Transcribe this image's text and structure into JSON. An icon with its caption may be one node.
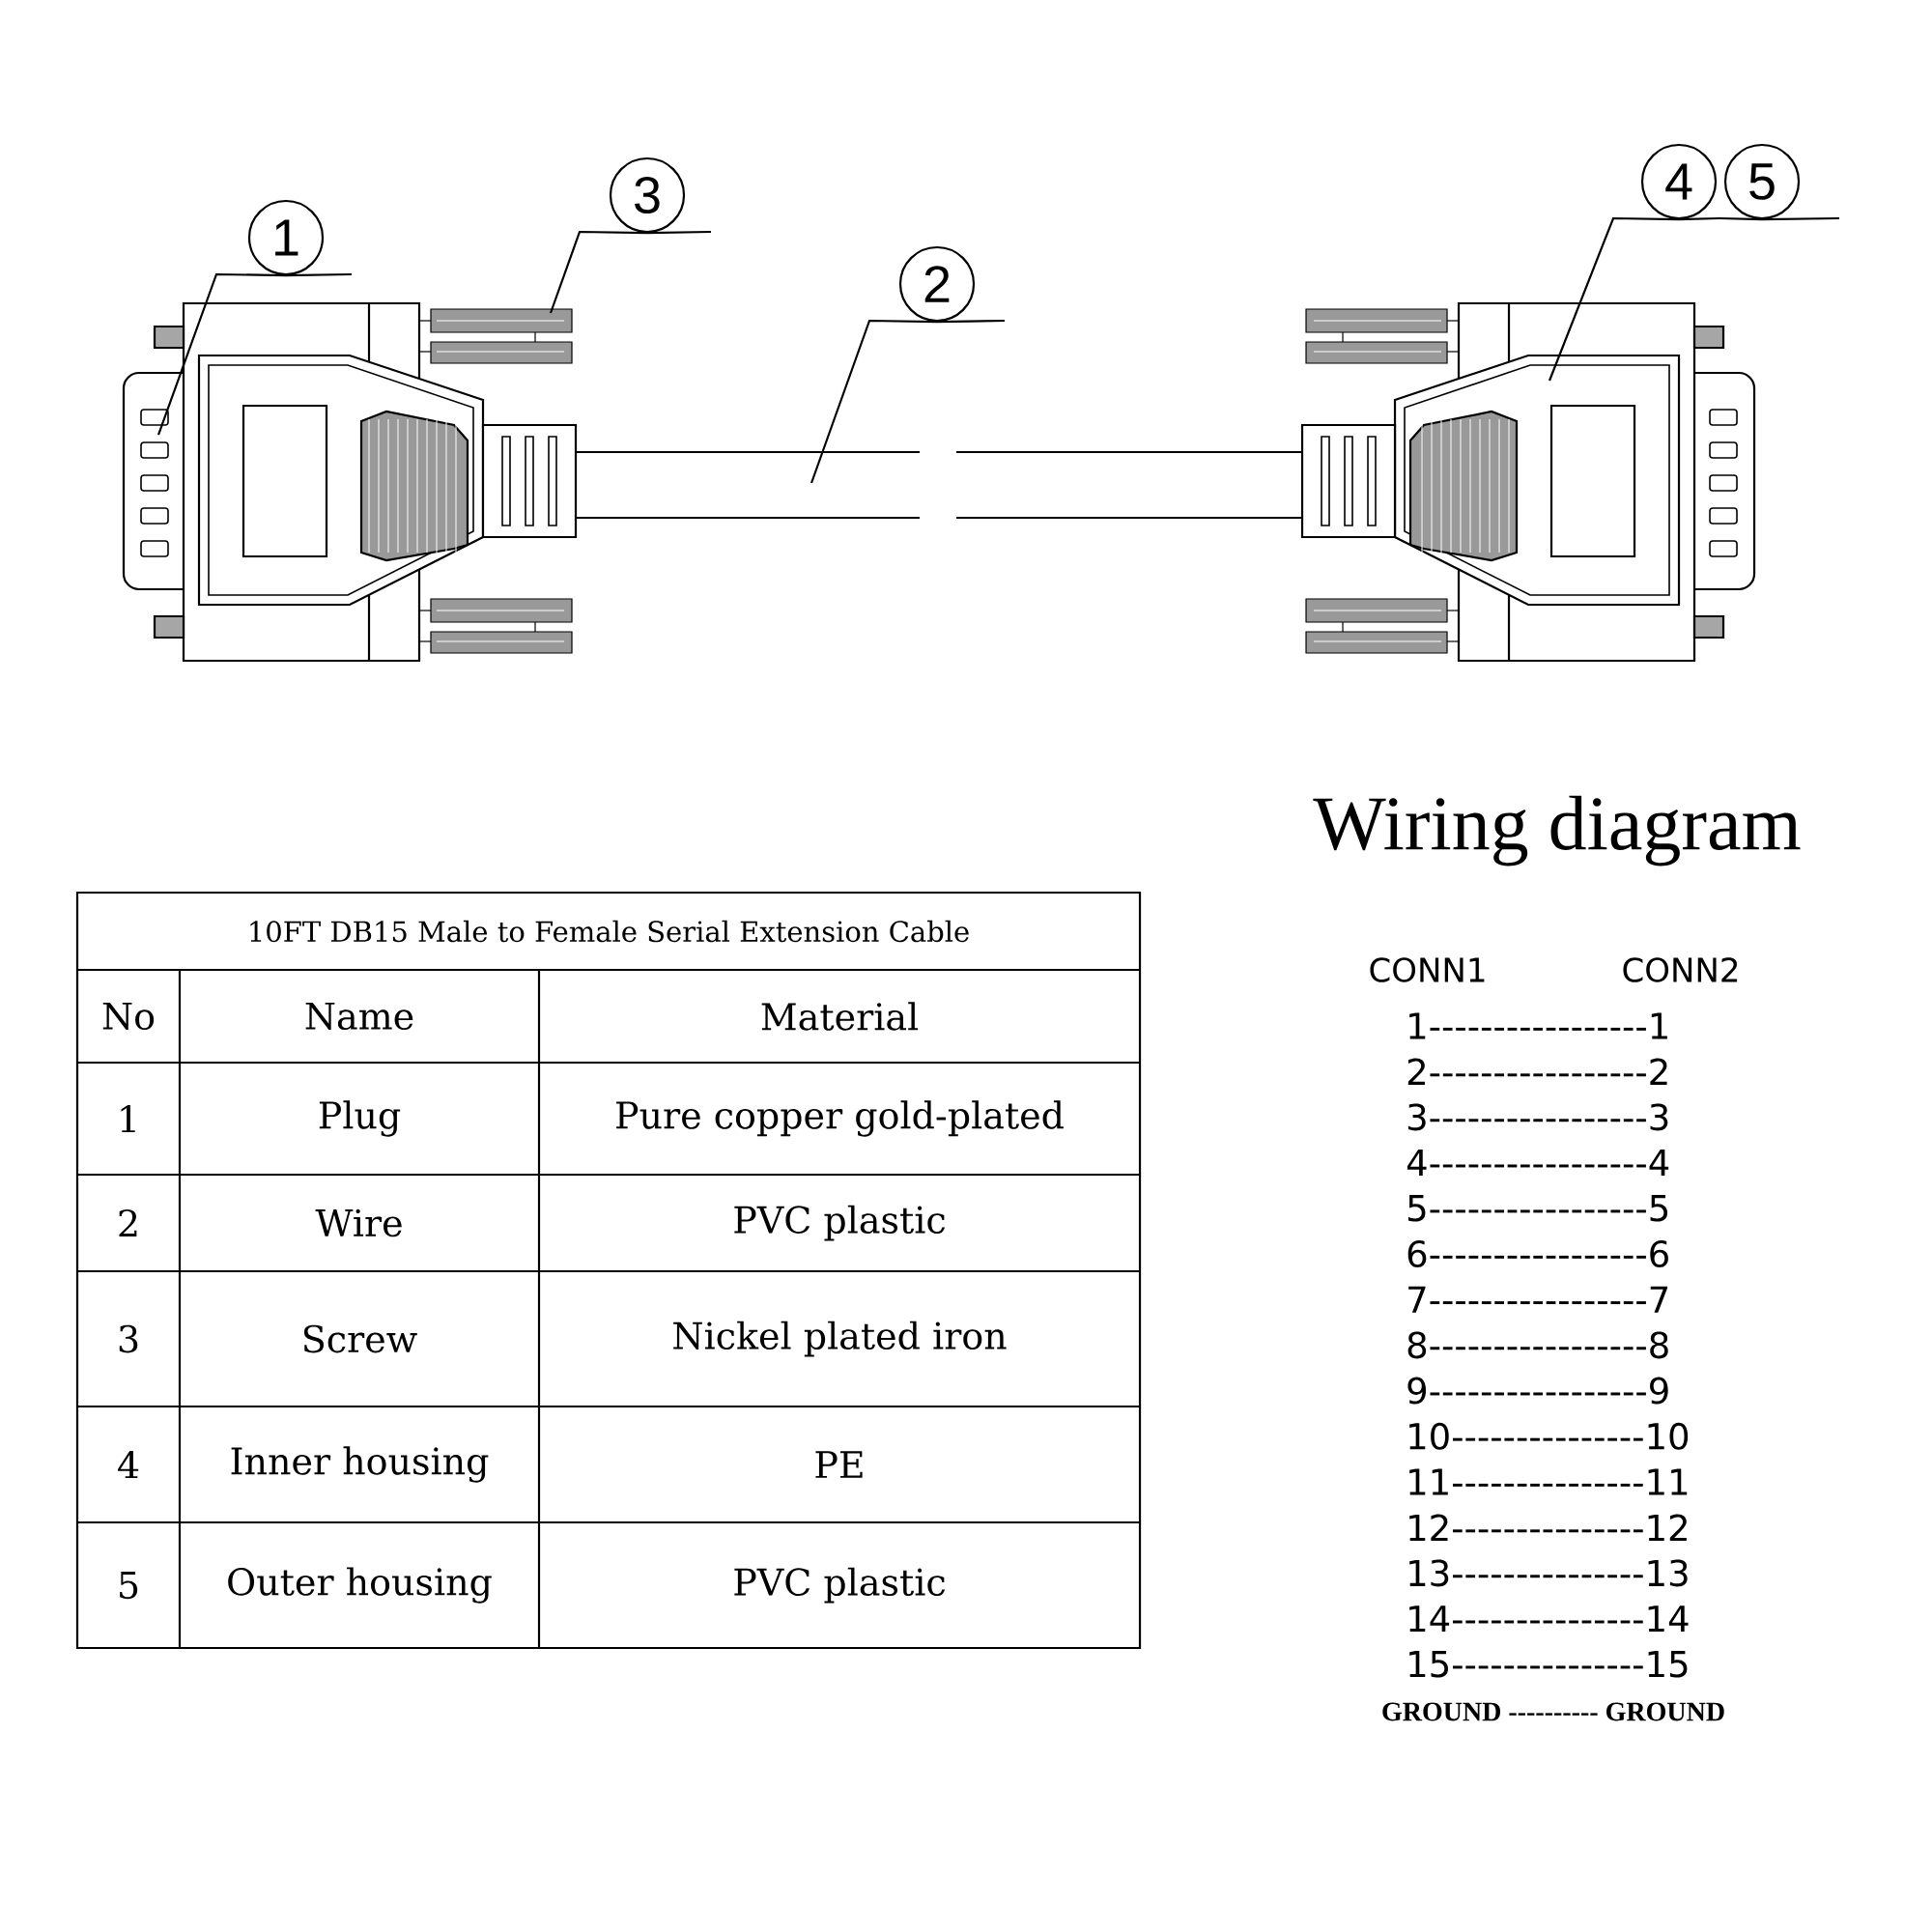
{
  "diagram": {
    "nodes": [
      {
        "text": [
          "1"
        ]
      },
      {
        "text": [
          "3"
        ]
      },
      {
        "text": [
          "2"
        ]
      },
      {
        "text": [
          "4"
        ]
      },
      {
        "text": [
          "5"
        ]
      }
    ],
    "edges": [
      {
        "from": 0,
        "to": null,
        "arrow": "none"
      },
      {
        "from": 1,
        "to": null,
        "arrow": "none"
      },
      {
        "from": 2,
        "to": null,
        "arrow": "none"
      },
      {
        "from": 3,
        "to": null,
        "arrow": "none"
      },
      {
        "from": 4,
        "to": null,
        "arrow": "none"
      }
    ],
    "labels": [
      "Wiring diagram",
      "10FT DB15 Male to Female Serial Extension Cable",
      "No",
      "Name",
      "Material",
      "1",
      "Plug",
      "Pure copper gold-plated",
      "2",
      "Wire",
      "PVC plastic",
      "3",
      "Screw",
      "Nickel plated iron",
      "4",
      "Inner housing",
      "PE",
      "5",
      "Outer housing",
      "PVC plastic",
      "CONN1",
      "CONN2",
      "1-----------------1",
      "2-----------------2",
      "3-----------------3",
      "4-----------------4",
      "5-----------------5",
      "6-----------------6",
      "7-----------------7",
      "8-----------------8",
      "9-----------------9",
      "10---------------10",
      "11---------------11",
      "12---------------12",
      "13---------------13",
      "14---------------14",
      "15---------------15",
      "GROUND ---------- GROUND"
    ]
  }
}
